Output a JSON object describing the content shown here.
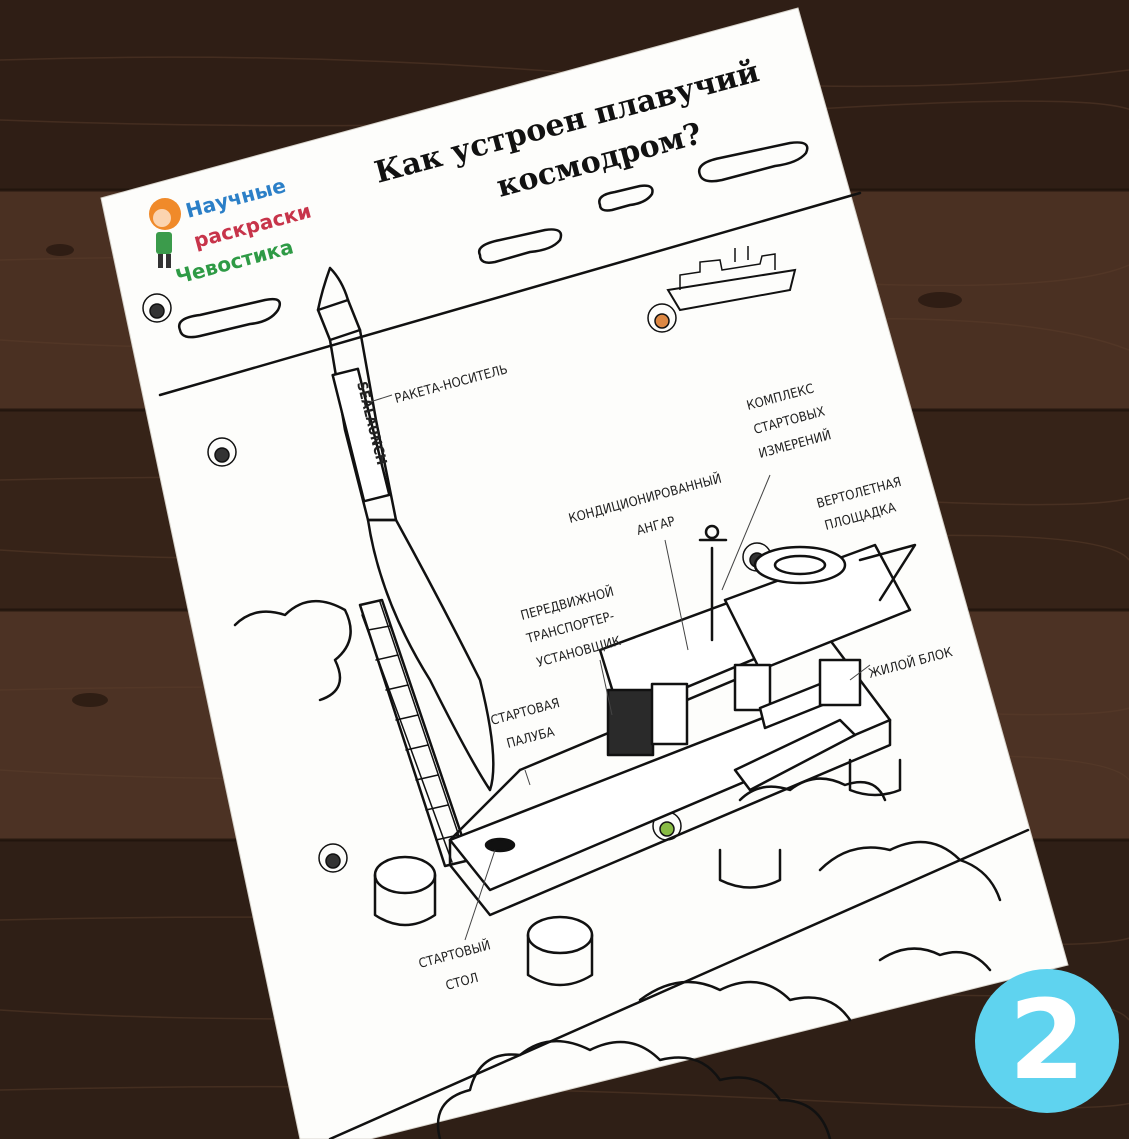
{
  "brand": {
    "line1": "Научные",
    "line2": "раскраски",
    "line3": "Чевостика"
  },
  "title": {
    "line1": "Как устроен плавучий",
    "line2": "космодром?"
  },
  "rocket_text": "SEALAUNCH",
  "labels": {
    "rocket": "РАКЕТА-НОСИТЕЛЬ",
    "measurement_1": "КОМПЛЕКС",
    "measurement_2": "СТАРТОВЫХ",
    "measurement_3": "ИЗМЕРЕНИЙ",
    "hangar_1": "КОНДИЦИОНИРОВАННЫЙ",
    "hangar_2": "АНГАР",
    "helipad_1": "ВЕРТОЛЕТНАЯ",
    "helipad_2": "ПЛОЩАДКА",
    "transporter_1": "ПЕРЕДВИЖНОЙ",
    "transporter_2": "ТРАНСПОРТЕР-",
    "transporter_3": "УСТАНОВЩИК",
    "living_block": "ЖИЛОЙ БЛОК",
    "deck_1": "СТАРТОВАЯ",
    "deck_2": "ПАЛУБА",
    "table_1": "СТАРТОВЫЙ",
    "table_2": "СТОЛ"
  },
  "page_number": "2",
  "colors": {
    "wood_dark": "#2e1d14",
    "wood_mid": "#4a3022",
    "paper": "#fdfdfb",
    "badge": "#5fd3ef",
    "ink": "#111111"
  },
  "icons": [
    "astronaut-helmet-icon",
    "mascot-icon"
  ]
}
